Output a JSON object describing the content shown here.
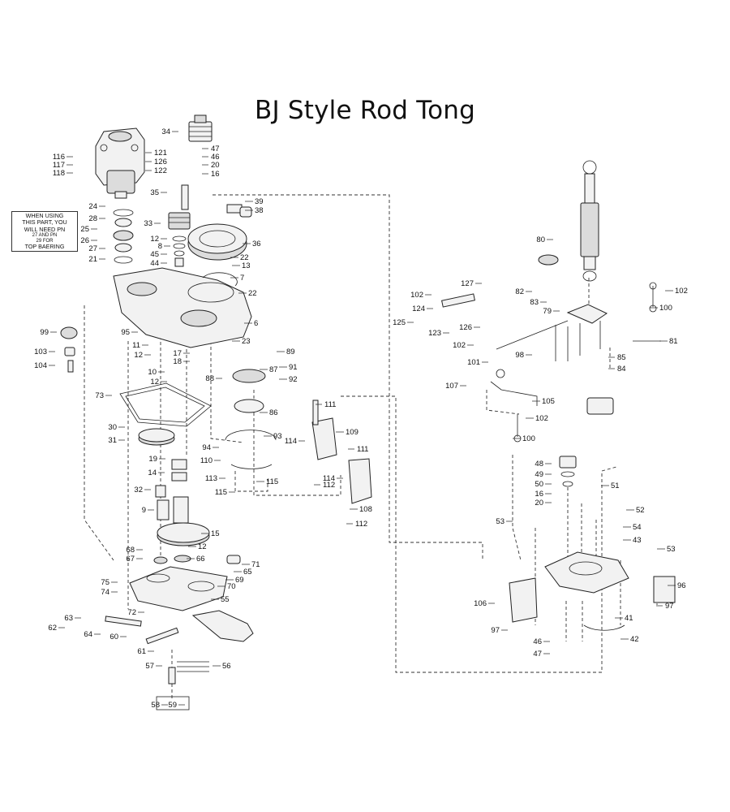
{
  "title": "BJ Style Rod Tong",
  "note": {
    "line1": "WHEN USING",
    "line2": "THIS PART, YOU",
    "line3": "WILL NEED PN",
    "line4": "27 AND PN",
    "line5": "29 FOR",
    "line6": "TOP BAERING"
  },
  "labels": [
    {
      "id": "p34",
      "t": "34"
    },
    {
      "id": "p47a",
      "t": "47"
    },
    {
      "id": "p46a",
      "t": "46"
    },
    {
      "id": "p20a",
      "t": "20"
    },
    {
      "id": "p16a",
      "t": "16"
    },
    {
      "id": "p116",
      "t": "116"
    },
    {
      "id": "p117",
      "t": "117"
    },
    {
      "id": "p118",
      "t": "118"
    },
    {
      "id": "p121",
      "t": "121"
    },
    {
      "id": "p126a",
      "t": "126"
    },
    {
      "id": "p122",
      "t": "122"
    },
    {
      "id": "p35",
      "t": "35"
    },
    {
      "id": "p39",
      "t": "39"
    },
    {
      "id": "p38",
      "t": "38"
    },
    {
      "id": "p24",
      "t": "24"
    },
    {
      "id": "p28",
      "t": "28"
    },
    {
      "id": "p33",
      "t": "33"
    },
    {
      "id": "p25",
      "t": "25"
    },
    {
      "id": "p26",
      "t": "26"
    },
    {
      "id": "p27",
      "t": "27"
    },
    {
      "id": "p21",
      "t": "21"
    },
    {
      "id": "p12a",
      "t": "12"
    },
    {
      "id": "p8",
      "t": "8"
    },
    {
      "id": "p45",
      "t": "45"
    },
    {
      "id": "p44",
      "t": "44"
    },
    {
      "id": "p36",
      "t": "36"
    },
    {
      "id": "p22a",
      "t": "22"
    },
    {
      "id": "p13",
      "t": "13"
    },
    {
      "id": "p7",
      "t": "7"
    },
    {
      "id": "p22b",
      "t": "22"
    },
    {
      "id": "p6",
      "t": "6"
    },
    {
      "id": "p99",
      "t": "99"
    },
    {
      "id": "p95",
      "t": "95"
    },
    {
      "id": "p23",
      "t": "23"
    },
    {
      "id": "p103",
      "t": "103"
    },
    {
      "id": "p104",
      "t": "104"
    },
    {
      "id": "p11",
      "t": "11"
    },
    {
      "id": "p12b",
      "t": "12"
    },
    {
      "id": "p17",
      "t": "17"
    },
    {
      "id": "p18",
      "t": "18"
    },
    {
      "id": "p89",
      "t": "89"
    },
    {
      "id": "p10",
      "t": "10"
    },
    {
      "id": "p91",
      "t": "91"
    },
    {
      "id": "p12c",
      "t": "12"
    },
    {
      "id": "p88",
      "t": "88"
    },
    {
      "id": "p92",
      "t": "92"
    },
    {
      "id": "p87",
      "t": "87"
    },
    {
      "id": "p73",
      "t": "73"
    },
    {
      "id": "p86",
      "t": "86"
    },
    {
      "id": "p111a",
      "t": "111"
    },
    {
      "id": "p30",
      "t": "30"
    },
    {
      "id": "p31",
      "t": "31"
    },
    {
      "id": "p93",
      "t": "93"
    },
    {
      "id": "p109",
      "t": "109"
    },
    {
      "id": "p114a",
      "t": "114"
    },
    {
      "id": "p94",
      "t": "94"
    },
    {
      "id": "p19",
      "t": "19"
    },
    {
      "id": "p110",
      "t": "110"
    },
    {
      "id": "p111b",
      "t": "111"
    },
    {
      "id": "p14",
      "t": "14"
    },
    {
      "id": "p113",
      "t": "113"
    },
    {
      "id": "p115a",
      "t": "115"
    },
    {
      "id": "p114b",
      "t": "114"
    },
    {
      "id": "p112a",
      "t": "112"
    },
    {
      "id": "p115b",
      "t": "115"
    },
    {
      "id": "p32",
      "t": "32"
    },
    {
      "id": "p108",
      "t": "108"
    },
    {
      "id": "p9",
      "t": "9"
    },
    {
      "id": "p112b",
      "t": "112"
    },
    {
      "id": "p15",
      "t": "15"
    },
    {
      "id": "p68",
      "t": "68"
    },
    {
      "id": "p12d",
      "t": "12"
    },
    {
      "id": "p67",
      "t": "67"
    },
    {
      "id": "p66",
      "t": "66"
    },
    {
      "id": "p71",
      "t": "71"
    },
    {
      "id": "p65",
      "t": "65"
    },
    {
      "id": "p69",
      "t": "69"
    },
    {
      "id": "p70",
      "t": "70"
    },
    {
      "id": "p75",
      "t": "75"
    },
    {
      "id": "p74",
      "t": "74"
    },
    {
      "id": "p55",
      "t": "55"
    },
    {
      "id": "p72",
      "t": "72"
    },
    {
      "id": "p63",
      "t": "63"
    },
    {
      "id": "p62",
      "t": "62"
    },
    {
      "id": "p64",
      "t": "64"
    },
    {
      "id": "p60",
      "t": "60"
    },
    {
      "id": "p61",
      "t": "61"
    },
    {
      "id": "p57",
      "t": "57"
    },
    {
      "id": "p56",
      "t": "56"
    },
    {
      "id": "p58",
      "t": "58"
    },
    {
      "id": "p59",
      "t": "59"
    },
    {
      "id": "p80",
      "t": "80"
    },
    {
      "id": "p127",
      "t": "127"
    },
    {
      "id": "p102a",
      "t": "102"
    },
    {
      "id": "p124",
      "t": "124"
    },
    {
      "id": "p82",
      "t": "82"
    },
    {
      "id": "p102b",
      "t": "102"
    },
    {
      "id": "p83",
      "t": "83"
    },
    {
      "id": "p100a",
      "t": "100"
    },
    {
      "id": "p79",
      "t": "79"
    },
    {
      "id": "p125",
      "t": "125"
    },
    {
      "id": "p126b",
      "t": "126"
    },
    {
      "id": "p123",
      "t": "123"
    },
    {
      "id": "p102c",
      "t": "102"
    },
    {
      "id": "p81",
      "t": "81"
    },
    {
      "id": "p98",
      "t": "98"
    },
    {
      "id": "p85",
      "t": "85"
    },
    {
      "id": "p101",
      "t": "101"
    },
    {
      "id": "p84",
      "t": "84"
    },
    {
      "id": "p107",
      "t": "107"
    },
    {
      "id": "p105",
      "t": "105"
    },
    {
      "id": "p102d",
      "t": "102"
    },
    {
      "id": "p100b",
      "t": "100"
    },
    {
      "id": "p48",
      "t": "48"
    },
    {
      "id": "p49",
      "t": "49"
    },
    {
      "id": "p50",
      "t": "50"
    },
    {
      "id": "p51",
      "t": "51"
    },
    {
      "id": "p16b",
      "t": "16"
    },
    {
      "id": "p20b",
      "t": "20"
    },
    {
      "id": "p52",
      "t": "52"
    },
    {
      "id": "p53a",
      "t": "53"
    },
    {
      "id": "p54",
      "t": "54"
    },
    {
      "id": "p43",
      "t": "43"
    },
    {
      "id": "p53b",
      "t": "53"
    },
    {
      "id": "p96",
      "t": "96"
    },
    {
      "id": "p106",
      "t": "106"
    },
    {
      "id": "p97a",
      "t": "97"
    },
    {
      "id": "p41",
      "t": "41"
    },
    {
      "id": "p97b",
      "t": "97"
    },
    {
      "id": "p42",
      "t": "42"
    },
    {
      "id": "p46b",
      "t": "46"
    },
    {
      "id": "p47b",
      "t": "47"
    }
  ]
}
